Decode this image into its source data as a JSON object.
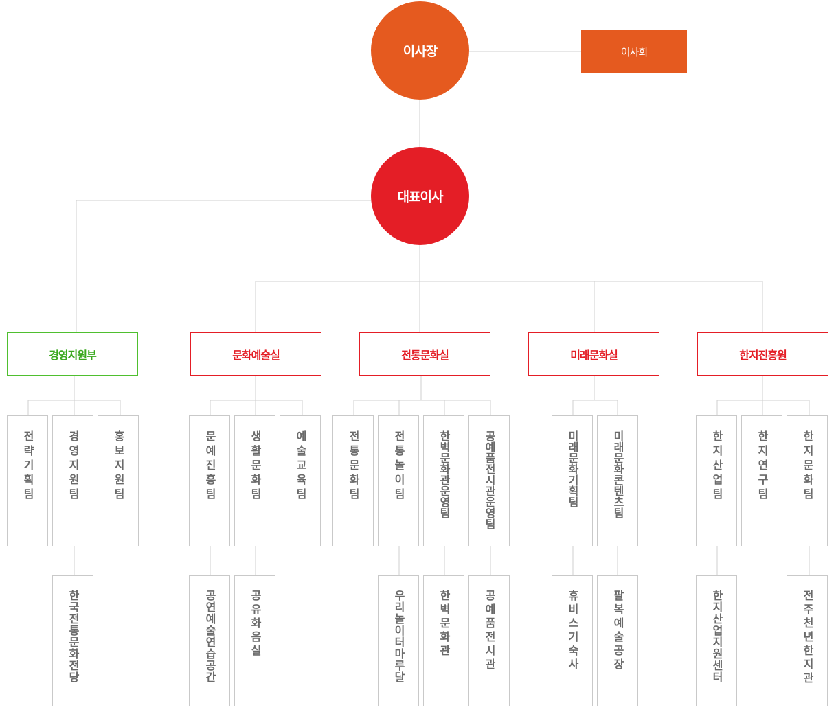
{
  "chairman": "이사장",
  "board": "이사회",
  "ceo": "대표이사",
  "departments": [
    {
      "name": "경영지원부",
      "teams": [
        "전략기획팀",
        "경영지원팀",
        "홍보지원팀"
      ],
      "subs": [
        "",
        "한국전통문화전당",
        ""
      ]
    },
    {
      "name": "문화예술실",
      "teams": [
        "문예진흥팀",
        "생활문화팀",
        "예술교육팀"
      ],
      "subs": [
        "공연예술연습공간",
        "공유화음실",
        ""
      ]
    },
    {
      "name": "전통문화실",
      "teams": [
        "전통문화팀",
        "전통놀이팀",
        "한벽문화관운영팀",
        "공예품전시관운영팀"
      ],
      "subs": [
        "",
        "우리놀이터마루달",
        "한벽문화관",
        "공예품전시관"
      ]
    },
    {
      "name": "미래문화실",
      "teams": [
        "미래문화기획팀",
        "미래문화콘텐츠팀"
      ],
      "subs": [
        "휴비스기숙사",
        "팔복예술공장"
      ]
    },
    {
      "name": "한지진흥원",
      "teams": [
        "한지산업팀",
        "한지연구팀",
        "한지문화팀"
      ],
      "subs": [
        "한지산업지원센터",
        "",
        "전주천년한지관"
      ]
    }
  ]
}
